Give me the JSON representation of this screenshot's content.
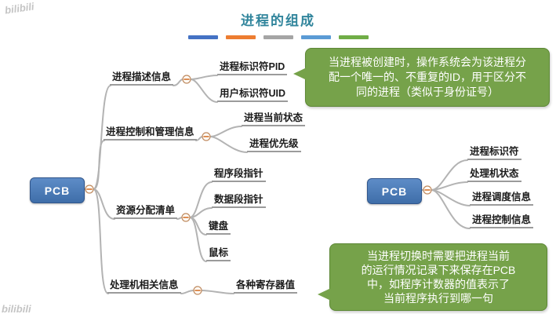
{
  "title": "进程的组成",
  "divider_colors": [
    "#4472C4",
    "#ED7D31",
    "#A5A5A5",
    "#5B9BD5",
    "#70AD47"
  ],
  "left_map": {
    "root": "PCB",
    "branches": [
      {
        "label": "进程描述信息",
        "children": [
          "进程标识符PID",
          "用户标识符UID"
        ]
      },
      {
        "label": "进程控制和管理信息",
        "children": [
          "进程当前状态",
          "进程优先级"
        ]
      },
      {
        "label": "资源分配清单",
        "children": [
          "程序段指针",
          "数据段指针",
          "键盘",
          "鼠标"
        ]
      },
      {
        "label": "处理机相关信息",
        "children": [
          "各种寄存器值"
        ]
      }
    ]
  },
  "right_map": {
    "root": "PCB",
    "children": [
      "进程标识符",
      "处理机状态",
      "进程调度信息",
      "进程控制信息"
    ]
  },
  "callouts": [
    {
      "lines": [
        "当进程被创建时，操作系统会为该进程分",
        "配一个唯一的、不重复的ID，用于区分不",
        "同的进程（类似于身份证号）"
      ]
    },
    {
      "lines": [
        "当进程切换时需要把进程当前",
        "的运行情况记录下来保存在PCB",
        "中，如程序计数器的值表示了",
        "当前程序执行到哪一句"
      ]
    }
  ],
  "watermark": "bilibili",
  "colors": {
    "title": "#31859C",
    "node": "#3F6EA9",
    "callout": "#76A24A",
    "connector": "#B3B3B3"
  }
}
